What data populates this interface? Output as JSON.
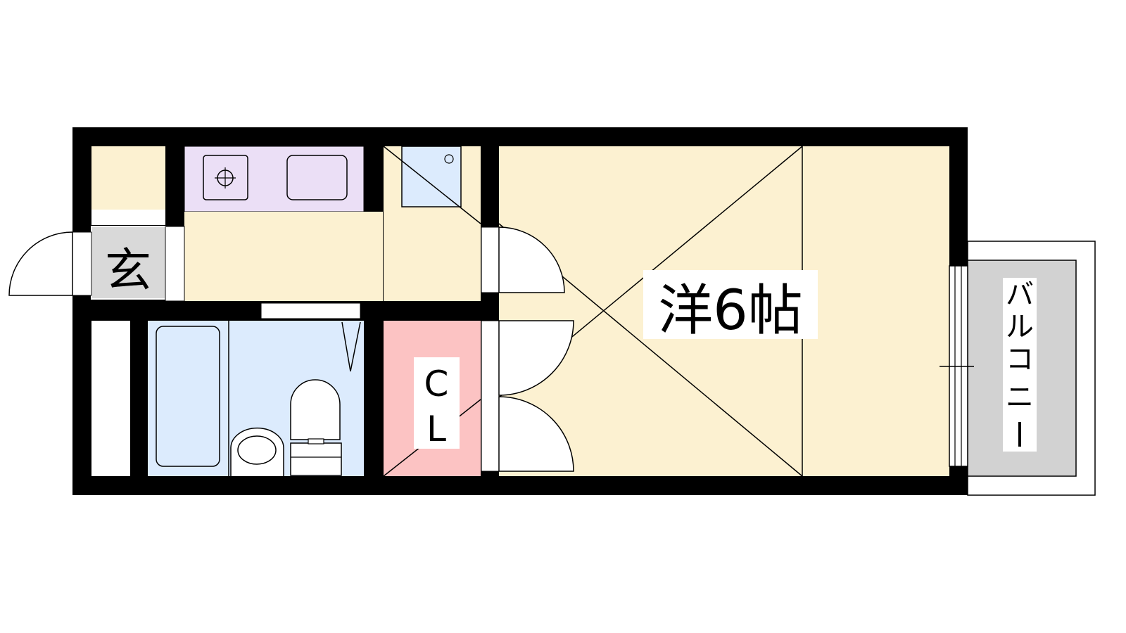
{
  "floor_plan": {
    "labels": {
      "entrance": "玄",
      "main_room": "洋6帖",
      "closet_c": "C",
      "closet_l": "L",
      "balcony_chars": [
        "バ",
        "ル",
        "コ",
        "ニ",
        "ー"
      ]
    },
    "colors": {
      "wall": "#000000",
      "floor_cream": "#fcf1d1",
      "kitchen_purple": "#ebdff6",
      "water_blue": "#dcebfd",
      "closet_pink": "#fcc3c3",
      "balcony_gray": "#d2d2d2",
      "entrance_gray": "#d9d9d9",
      "background": "#ffffff"
    },
    "icons": {
      "stove": "stove-icon",
      "sink": "sink-icon",
      "washer": "washer-icon",
      "bathtub": "bathtub-icon",
      "basin": "washbasin-icon",
      "toilet": "toilet-icon"
    }
  }
}
